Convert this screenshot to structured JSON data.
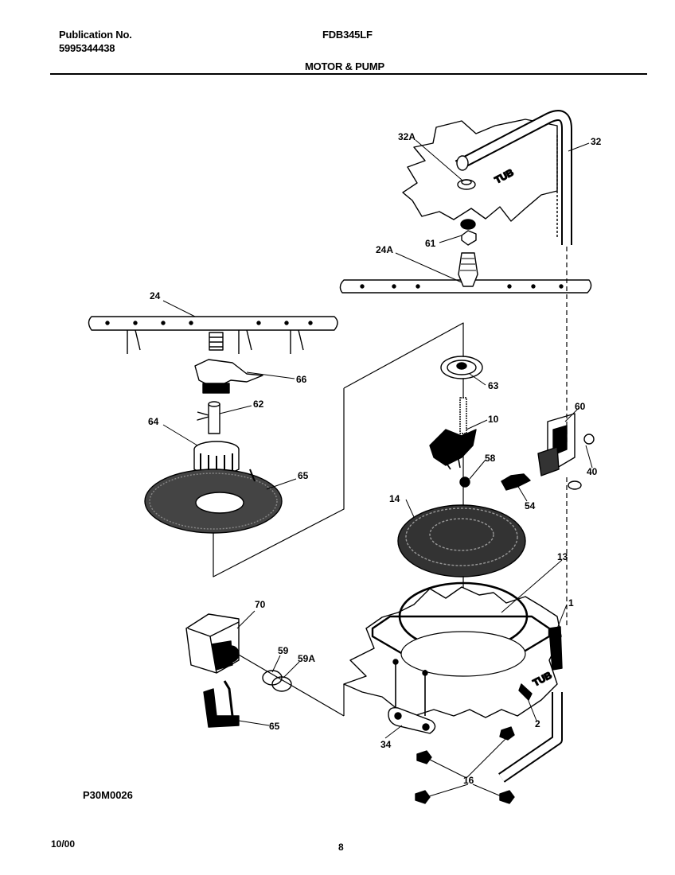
{
  "header": {
    "publication_label": "Publication No.",
    "publication_number": "5995344438",
    "model": "FDB345LF",
    "section_title": "MOTOR & PUMP"
  },
  "diagram": {
    "code": "P30M0026",
    "tub_text": "TUB",
    "callouts": [
      "32A",
      "32",
      "61",
      "24A",
      "24",
      "66",
      "62",
      "64",
      "65",
      "63",
      "10",
      "60",
      "58",
      "40",
      "54",
      "14",
      "13",
      "1",
      "70",
      "59",
      "59A",
      "65",
      "2",
      "34",
      "16"
    ]
  },
  "footer": {
    "date": "10/00",
    "page": "8"
  }
}
